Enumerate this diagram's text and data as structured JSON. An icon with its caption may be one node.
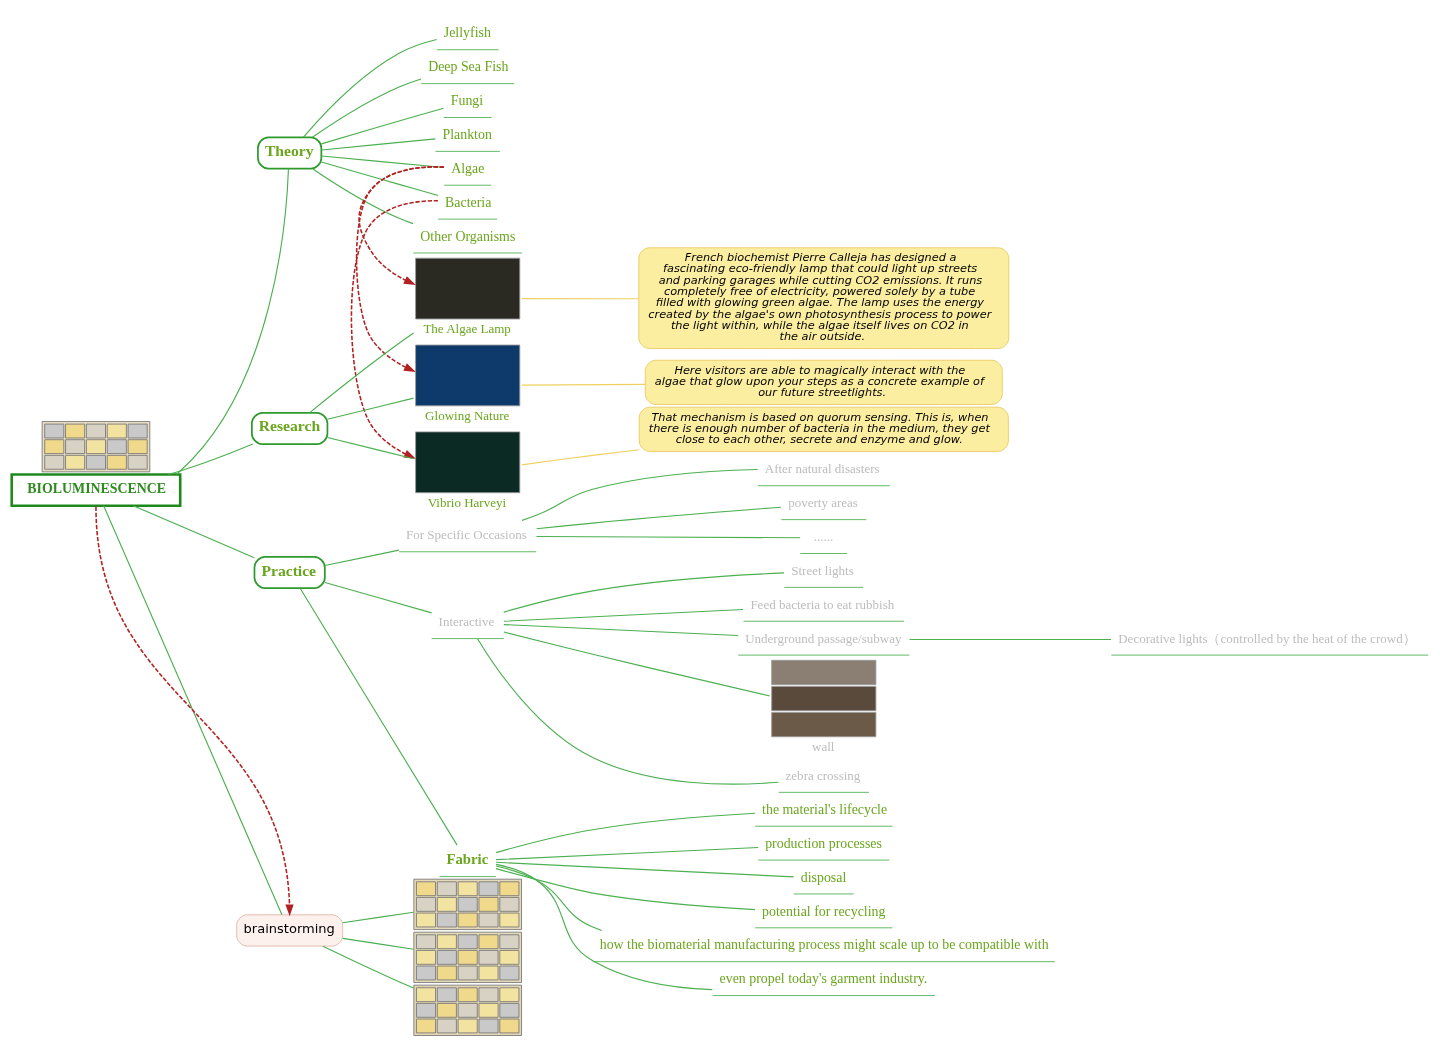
{
  "diagram": {
    "nodes": [
      {
        "text": [
          "BIOLUMINESCENCE"
        ]
      },
      {
        "text": [
          "Theory"
        ]
      },
      {
        "text": [
          "Jellyfish"
        ]
      },
      {
        "text": [
          "Deep Sea Fish"
        ]
      },
      {
        "text": [
          "Fungi"
        ]
      },
      {
        "text": [
          "Plankton"
        ]
      },
      {
        "text": [
          "Algae"
        ]
      },
      {
        "text": [
          "Bacteria"
        ]
      },
      {
        "text": [
          "Other Organisms"
        ]
      },
      {
        "text": [
          "Research"
        ]
      },
      {
        "text": [
          "The Algae Lamp"
        ]
      },
      {
        "text": [
          "Glowing Nature"
        ]
      },
      {
        "text": [
          "Vibrio Harveyi"
        ]
      },
      {
        "text": [
          "Practice"
        ]
      },
      {
        "text": [
          "For Specific Occasions"
        ]
      },
      {
        "text": [
          "After natural disasters"
        ]
      },
      {
        "text": [
          "poverty areas"
        ]
      },
      {
        "text": [
          "......"
        ]
      },
      {
        "text": [
          "Interactive"
        ]
      },
      {
        "text": [
          "Street lights"
        ]
      },
      {
        "text": [
          "Feed bacteria to eat rubbish"
        ]
      },
      {
        "text": [
          "Underground passage/subway"
        ]
      },
      {
        "text": [
          "Decorative lights（controlled by the heat of the crowd）"
        ]
      },
      {
        "text": [
          "wall"
        ]
      },
      {
        "text": [
          "zebra crossing"
        ]
      },
      {
        "text": [
          "Fabric"
        ]
      },
      {
        "text": [
          "the material's lifecycle"
        ]
      },
      {
        "text": [
          "production processes"
        ]
      },
      {
        "text": [
          "disposal"
        ]
      },
      {
        "text": [
          "potential for recycling"
        ]
      },
      {
        "text": [
          "how the biomaterial manufacturing process might scale up to be compatible with"
        ]
      },
      {
        "text": [
          "even propel today's garment industry."
        ]
      },
      {
        "text": [
          "brainstorming"
        ]
      },
      {
        "text": [],
        "shape": "picture"
      },
      {
        "text": [],
        "shape": "picture"
      },
      {
        "text": [],
        "shape": "picture"
      },
      {
        "text": [],
        "shape": "picture"
      },
      {
        "text": [
          "French biochemist Pierre Calleja has designed a fascinating eco-friendly lamp that could light up streets and parking garages while cutting CO2 emissions. It runs completely free of electricity, powered solely by a tube filled with glowing green algae. The lamp uses the energy created by the algae's own photosynthesis process to power the light within, while the algae itself lives on CO2 in the air outside."
        ]
      },
      {
        "text": [
          "Here visitors are able to magically interact with the algae that glow upon your steps as a concrete example of our future streetlights."
        ]
      },
      {
        "text": [
          "That mechanism is based on quorum sensing. This is, when there is enough number of bacteria in the medium, they get close to each other, secrete and enzyme and glow."
        ]
      }
    ],
    "edges": [
      {
        "from": 0,
        "to": 1,
        "arrow": "none"
      },
      {
        "from": 0,
        "to": 9,
        "arrow": "none"
      },
      {
        "from": 0,
        "to": 13,
        "arrow": "none"
      },
      {
        "from": 0,
        "to": 32,
        "arrow": "none"
      },
      {
        "from": 1,
        "to": 2,
        "arrow": "none"
      },
      {
        "from": 1,
        "to": 3,
        "arrow": "none"
      },
      {
        "from": 1,
        "to": 4,
        "arrow": "none"
      },
      {
        "from": 1,
        "to": 5,
        "arrow": "none"
      },
      {
        "from": 1,
        "to": 6,
        "arrow": "none"
      },
      {
        "from": 1,
        "to": 7,
        "arrow": "none"
      },
      {
        "from": 1,
        "to": 8,
        "arrow": "none"
      },
      {
        "from": 9,
        "to": 10,
        "arrow": "none"
      },
      {
        "from": 9,
        "to": 11,
        "arrow": "none"
      },
      {
        "from": 9,
        "to": 12,
        "arrow": "none"
      },
      {
        "from": 13,
        "to": 14,
        "arrow": "none"
      },
      {
        "from": 13,
        "to": 18,
        "arrow": "none"
      },
      {
        "from": 13,
        "to": 25,
        "arrow": "none"
      },
      {
        "from": 14,
        "to": 15,
        "arrow": "none"
      },
      {
        "from": 14,
        "to": 16,
        "arrow": "none"
      },
      {
        "from": 14,
        "to": 17,
        "arrow": "none"
      },
      {
        "from": 18,
        "to": 19,
        "arrow": "none"
      },
      {
        "from": 18,
        "to": 20,
        "arrow": "none"
      },
      {
        "from": 18,
        "to": 21,
        "arrow": "none"
      },
      {
        "from": 21,
        "to": 22,
        "arrow": "none"
      },
      {
        "from": 18,
        "to": 23,
        "arrow": "none"
      },
      {
        "from": 18,
        "to": 24,
        "arrow": "none"
      },
      {
        "from": 25,
        "to": 26,
        "arrow": "none"
      },
      {
        "from": 25,
        "to": 27,
        "arrow": "none"
      },
      {
        "from": 25,
        "to": 28,
        "arrow": "none"
      },
      {
        "from": 25,
        "to": 29,
        "arrow": "none"
      },
      {
        "from": 25,
        "to": 30,
        "arrow": "none"
      },
      {
        "from": 25,
        "to": 31,
        "arrow": "none"
      },
      {
        "from": 32,
        "to": 34,
        "arrow": "none"
      },
      {
        "from": 32,
        "to": 35,
        "arrow": "none"
      },
      {
        "from": 32,
        "to": 36,
        "arrow": "none"
      },
      {
        "from": 6,
        "to": 10,
        "arrow": "to",
        "style": "dashed",
        "color": "#b22222"
      },
      {
        "from": 6,
        "to": 11,
        "arrow": "to",
        "style": "dashed",
        "color": "#b22222"
      },
      {
        "from": 7,
        "to": 12,
        "arrow": "to",
        "style": "dashed",
        "color": "#b22222"
      },
      {
        "from": 0,
        "to": 32,
        "arrow": "to",
        "style": "dashed",
        "color": "#b22222"
      },
      {
        "from": 10,
        "to": 37,
        "arrow": "none",
        "color": "#f0d060"
      },
      {
        "from": 11,
        "to": 38,
        "arrow": "none",
        "color": "#f0d060"
      },
      {
        "from": 12,
        "to": 39,
        "arrow": "none",
        "color": "#f0d060"
      }
    ]
  }
}
